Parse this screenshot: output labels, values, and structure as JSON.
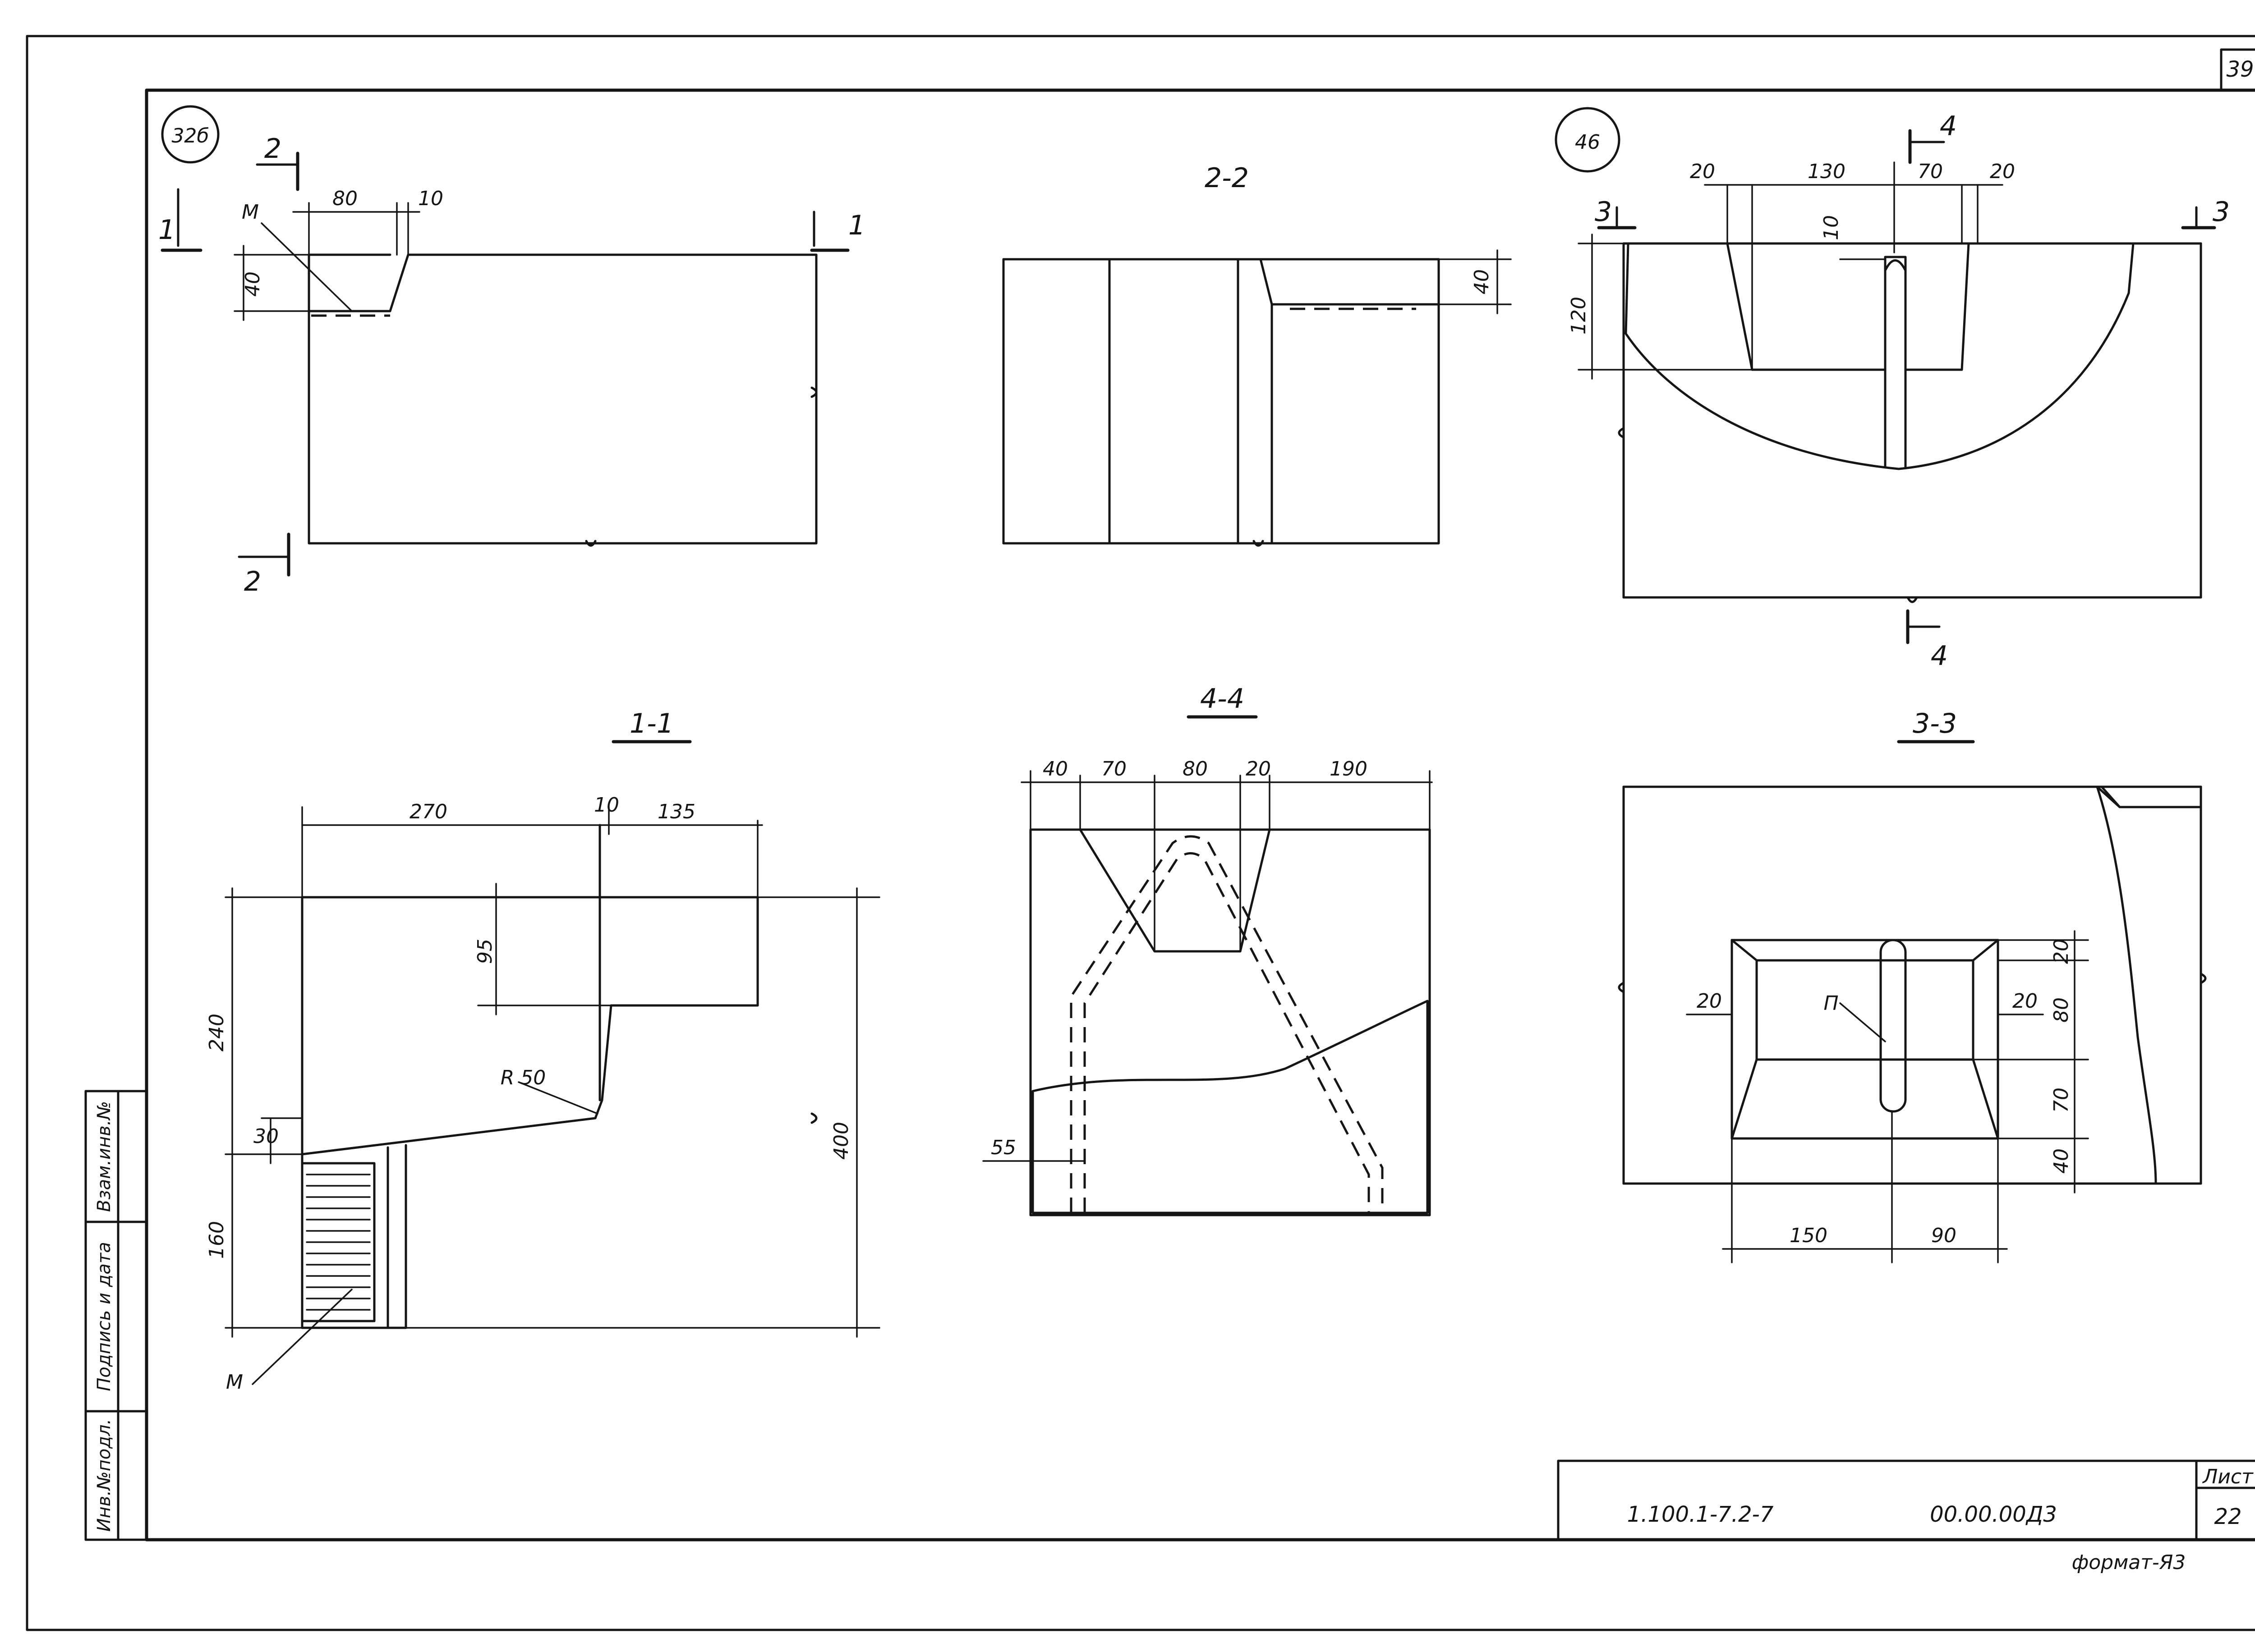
{
  "sheet": {
    "page_number": "39",
    "format": "формат-Я3",
    "title_block": {
      "document_code": "1.100.1-7.2-7",
      "drawing_number": "00.00.00Д3",
      "sheet_label": "Лист",
      "sheet_number": "22"
    },
    "side_stamp": {
      "box1": "Инв.№подл.",
      "box2": "Подпись и дата",
      "box3": "Взам.инв.№"
    }
  },
  "views": {
    "v32b": {
      "marker": "32б",
      "cut1_label": "1",
      "cut2_label": "2",
      "dims": {
        "a": "80",
        "b": "10",
        "c": "40"
      },
      "mark_m": "М"
    },
    "s22": {
      "title": "2-2",
      "dims": {
        "a": "40"
      }
    },
    "v46": {
      "marker": "46",
      "cut3_label": "3",
      "cut4_label": "4",
      "dims": {
        "a": "20",
        "b": "130",
        "c": "70",
        "d": "20",
        "e": "10",
        "f": "120"
      }
    },
    "s11": {
      "title": "1-1",
      "dims": {
        "a": "270",
        "b": "10",
        "c": "135",
        "d": "95",
        "e": "240",
        "f": "160",
        "g": "30",
        "h": "400",
        "radius": "R 50"
      },
      "mark_m": "М"
    },
    "s44": {
      "title": "4-4",
      "dims": {
        "a": "40",
        "b": "70",
        "c": "80",
        "d": "20",
        "e": "190",
        "f": "55"
      }
    },
    "s33": {
      "title": "3-3",
      "dims": {
        "a": "20",
        "b": "20",
        "c": "20",
        "d": "80",
        "e": "70",
        "f": "40",
        "g": "150",
        "h": "90"
      },
      "mark_p": "П"
    }
  }
}
